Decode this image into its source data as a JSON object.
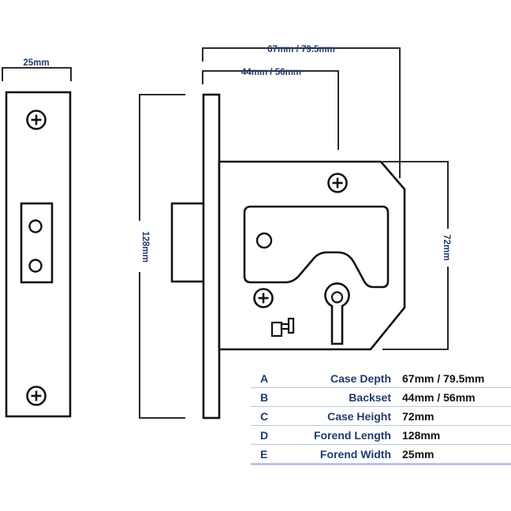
{
  "dimensions": {
    "forend_width": "25mm",
    "case_depth": "67mm / 79.5mm",
    "backset": "44mm / 56mm",
    "forend_length": "128mm",
    "case_height": "72mm"
  },
  "spec_table": [
    {
      "letter": "A",
      "name": "Case Depth",
      "value": "67mm / 79.5mm"
    },
    {
      "letter": "B",
      "name": "Backset",
      "value": "44mm / 56mm"
    },
    {
      "letter": "C",
      "name": "Case Height",
      "value": "72mm"
    },
    {
      "letter": "D",
      "name": "Forend Length",
      "value": "128mm"
    },
    {
      "letter": "E",
      "name": "Forend Width",
      "value": "25mm"
    }
  ],
  "colors": {
    "label_text": "#1f3a6b",
    "value_text": "#111111",
    "table_rule": "#b7c7df",
    "outline": "#111111"
  }
}
